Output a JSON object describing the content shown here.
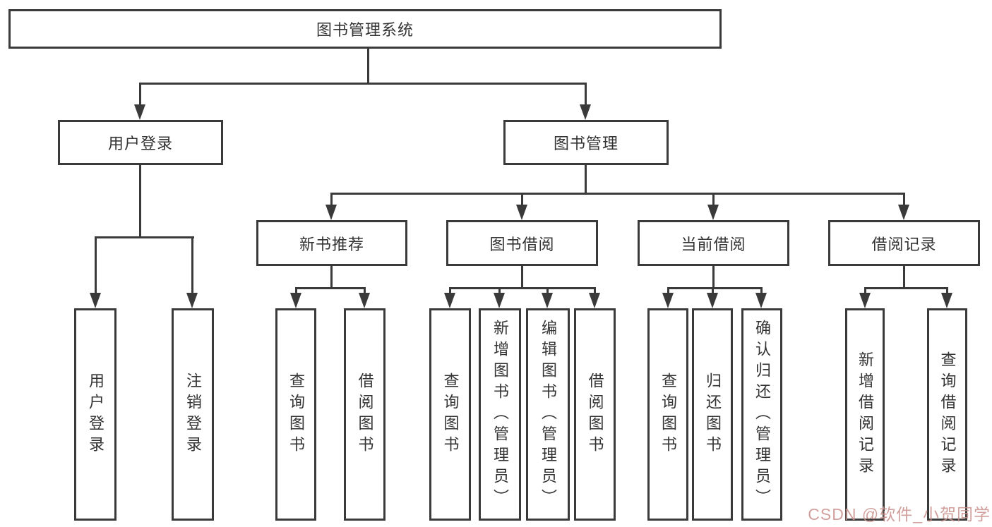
{
  "colors": {
    "line": "#3a3a3a",
    "text": "#333333",
    "box_background": "#ffffff",
    "watermark": "#c9908c"
  },
  "nodes": {
    "root": "图书管理系统",
    "user_login": "用户登录",
    "book_management": "图书管理",
    "new_book_recommend": "新书推荐",
    "book_borrow": "图书借阅",
    "current_borrow": "当前借阅",
    "borrow_record": "借阅记录",
    "leaf_user_login": "用户登录",
    "leaf_logout": "注销登录",
    "leaf_rec_query_book": "查询图书",
    "leaf_rec_borrow_book": "借阅图书",
    "leaf_bb_query_book": "查询图书",
    "leaf_bb_add_book": "新增图书（管理员）",
    "leaf_bb_edit_book": "编辑图书（管理员）",
    "leaf_bb_borrow_book": "借阅图书",
    "leaf_cb_query_book": "查询图书",
    "leaf_cb_return_book": "归还图书",
    "leaf_cb_confirm_return": "确认归还（管理员）",
    "leaf_br_add_record": "新增借阅记录",
    "leaf_br_query_record": "查询借阅记录"
  },
  "watermark": "CSDN @软件_小贺同学"
}
